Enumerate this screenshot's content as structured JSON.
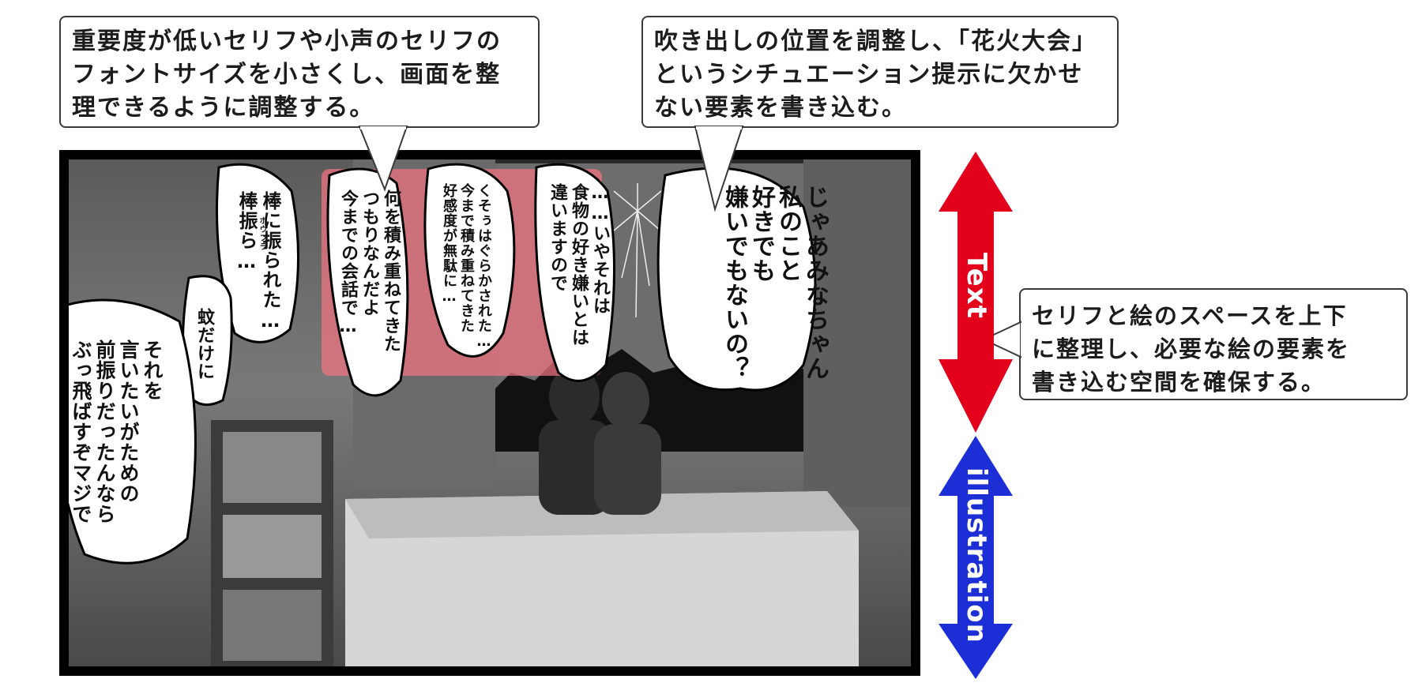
{
  "callouts": {
    "left": "重要度が低いセリフや小声のセリフの\nフォントサイズを小さくし、画面を整\n理できるように調整する。",
    "center": "吹き出しの位置を調整し、「花火大会」\nというシチュエーション提示に欠かせ\nない要素を書き込む。",
    "right": "セリフと絵のスペースを上下\nに整理し、必要な絵の要素を\n書き込む空間を確保する。"
  },
  "balloons": {
    "b1": "じゃあみなちゃん\n私のこと\n好きでも\n嫌いでもないの？",
    "b2": "……いやそれは\n食物の好き嫌いとは\n違いますので",
    "b3": "くそぅはぐらかされた…\n今まで積み重ねてきた\n好感度が無駄に…",
    "b4": "何を積み重ねてきた\nつもりなんだよ\n今までの会話で…",
    "b5": "棒に振られた…\n棒振ら…",
    "b5_ruby": "ボウフラ",
    "b6": "蚊だけに",
    "b7": "それを\n言いたいがための\n前振りだったんなら\nぶっ飛ばすぞマジで"
  },
  "arrows": {
    "top_label": "Text",
    "bottom_label": "illustration",
    "top_color": "#e3001b",
    "bottom_color": "#1c2fd6"
  },
  "highlight_color": "#f2737f"
}
